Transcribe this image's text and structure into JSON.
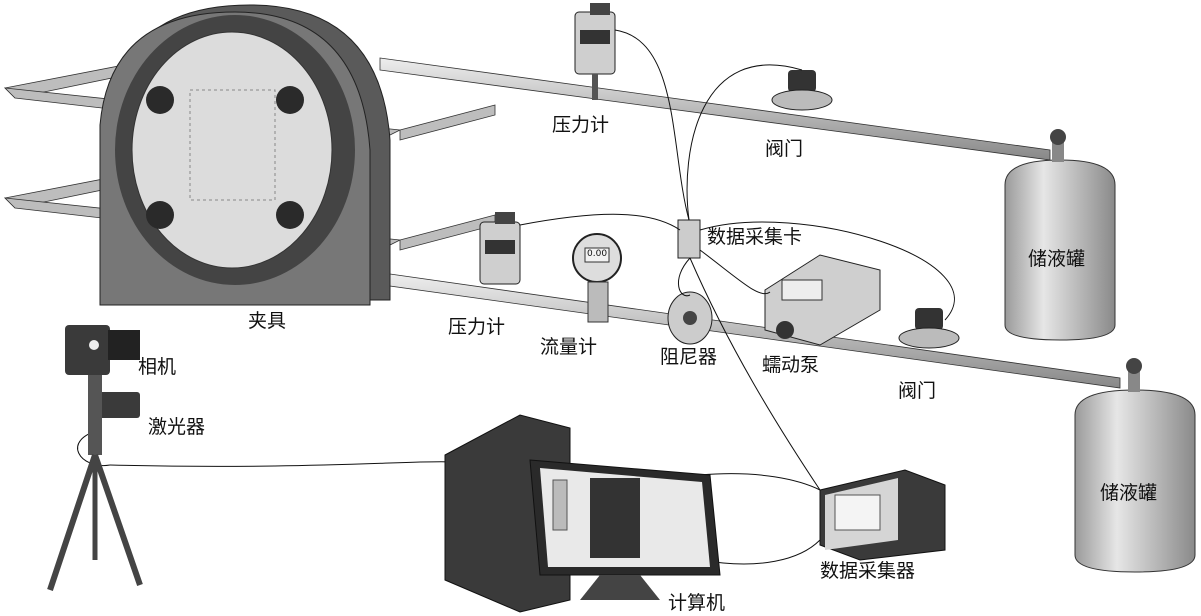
{
  "labels": {
    "pressure_gauge_top": "压力计",
    "valve_top": "阀门",
    "daq_card": "数据采集卡",
    "tank_top": "储液罐",
    "fixture": "夹具",
    "pressure_gauge_bottom": "压力计",
    "flowmeter": "流量计",
    "damper": "阻尼器",
    "peristaltic_pump": "蠕动泵",
    "valve_bottom": "阀门",
    "camera": "相机",
    "laser": "激光器",
    "tank_bottom": "储液罐",
    "data_acquisition_unit": "数据采集器",
    "computer": "计算机"
  },
  "displays": {
    "flowmeter_readout": "0.00"
  },
  "colors": {
    "metal_light": "#d9d9d9",
    "metal_mid": "#a8a8a8",
    "metal_dark": "#3a3a3a",
    "line": "#111111"
  }
}
